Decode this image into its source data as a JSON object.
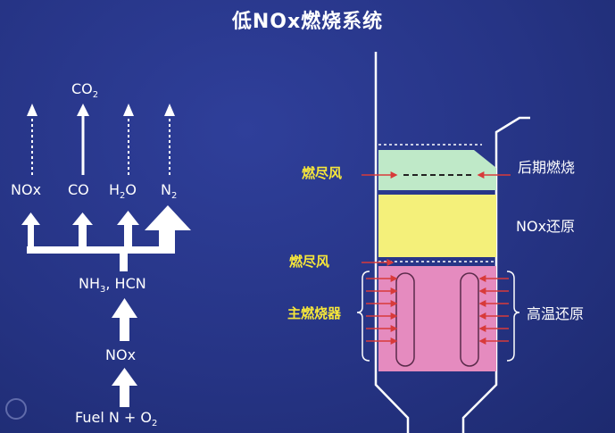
{
  "title": "低NOx燃烧系统",
  "chemistry": {
    "top": "CO",
    "top_sub": "2",
    "row_nox": "NOx",
    "row_co": "CO",
    "h2o_h": "H",
    "h2o_sub": "2",
    "h2o_o": "O",
    "n2_n": "N",
    "n2_sub": "2",
    "mid_nh": "NH",
    "mid_sub": "3",
    "mid_rest": ", HCN",
    "nox_lower": "NOx",
    "fuel": "Fuel N + O",
    "fuel_sub": "2"
  },
  "furnace": {
    "left_labels": [
      "燃尽风",
      "燃尽风",
      "主燃烧器"
    ],
    "right_labels": [
      "后期燃烧",
      "NOx还原",
      "高温还原"
    ],
    "zone_colors": {
      "burnout": "#bfe9c8",
      "reduction": "#f4f07a",
      "high_temp": "#e58bbf"
    },
    "arrow_color": "#d83a3a",
    "label_yellow": "#f6e63a"
  }
}
